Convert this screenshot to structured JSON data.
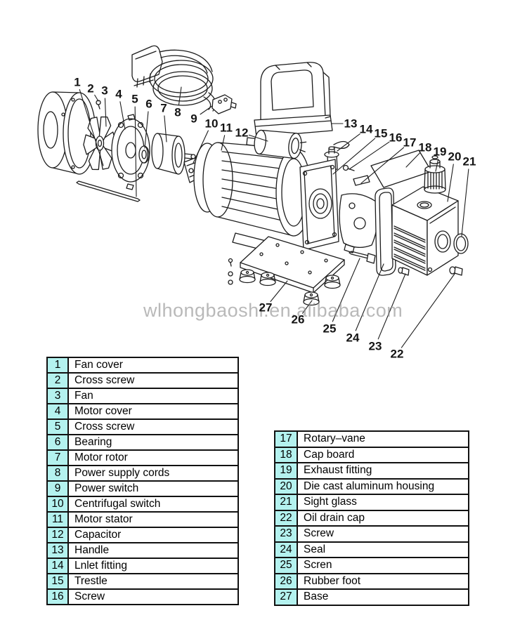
{
  "watermark": {
    "text": "wlhongbaoshi.en.alibaba.com"
  },
  "colors": {
    "number_cell_bg": "#b4f2ef",
    "table_border": "#111111",
    "line_art": "#1c1c1c",
    "watermark_gray": "#8f8f8f"
  },
  "diagram": {
    "description": "Exploded view of rotary-vane vacuum pump with numbered callouts",
    "callouts": [
      "1",
      "2",
      "3",
      "4",
      "5",
      "6",
      "7",
      "8",
      "9",
      "10",
      "11",
      "12",
      "13",
      "14",
      "15",
      "16",
      "17",
      "18",
      "19",
      "20",
      "21",
      "22",
      "23",
      "24",
      "25",
      "26",
      "27"
    ]
  },
  "parts_tables": {
    "left": [
      {
        "no": "1",
        "name": "Fan cover"
      },
      {
        "no": "2",
        "name": "Cross screw"
      },
      {
        "no": "3",
        "name": "Fan"
      },
      {
        "no": "4",
        "name": "Motor cover"
      },
      {
        "no": "5",
        "name": "Cross screw"
      },
      {
        "no": "6",
        "name": "Bearing"
      },
      {
        "no": "7",
        "name": "Motor rotor"
      },
      {
        "no": "8",
        "name": "Power supply cords"
      },
      {
        "no": "9",
        "name": "Power switch"
      },
      {
        "no": "10",
        "name": "Centrifugal switch"
      },
      {
        "no": "11",
        "name": "Motor stator"
      },
      {
        "no": "12",
        "name": "Capacitor"
      },
      {
        "no": "13",
        "name": "Handle"
      },
      {
        "no": "14",
        "name": "Lnlet fitting"
      },
      {
        "no": "15",
        "name": "Trestle"
      },
      {
        "no": "16",
        "name": "Screw"
      }
    ],
    "right": [
      {
        "no": "17",
        "name": "Rotary–vane"
      },
      {
        "no": "18",
        "name": "Cap board"
      },
      {
        "no": "19",
        "name": "Exhaust fitting"
      },
      {
        "no": "20",
        "name": "Die cast aluminum housing"
      },
      {
        "no": "21",
        "name": "Sight glass"
      },
      {
        "no": "22",
        "name": "Oil drain cap"
      },
      {
        "no": "23",
        "name": "Screw"
      },
      {
        "no": "24",
        "name": "Seal"
      },
      {
        "no": "25",
        "name": "Scren"
      },
      {
        "no": "26",
        "name": "Rubber foot"
      },
      {
        "no": "27",
        "name": "Base"
      }
    ]
  }
}
